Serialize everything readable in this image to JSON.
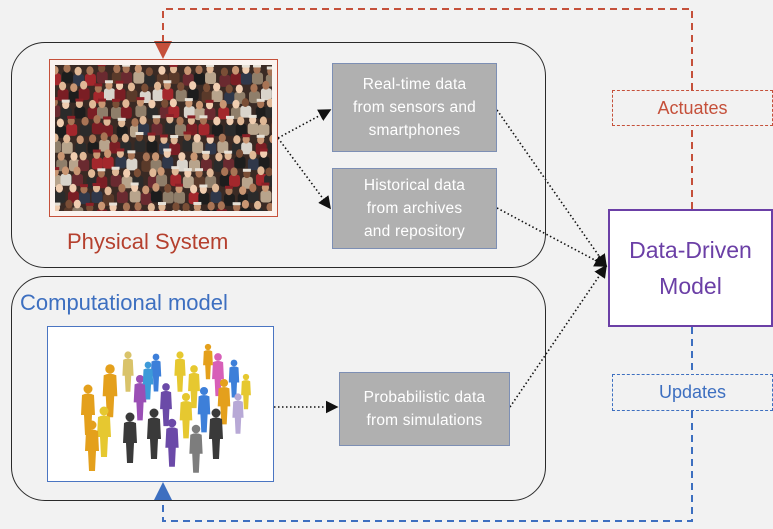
{
  "physical_system": {
    "title": "Physical System"
  },
  "computational_model": {
    "title": "Computational model"
  },
  "data_sources": {
    "realtime": [
      "Real-time data",
      "from sensors and",
      "smartphones"
    ],
    "historical": [
      "Historical data",
      "from archives",
      "and repository"
    ],
    "probabilistic": [
      "Probabilistic data",
      "from simulations"
    ]
  },
  "model": {
    "lines": [
      "Data-Driven",
      "Model"
    ]
  },
  "feedback": {
    "actuates": "Actuates",
    "updates": "Updates"
  },
  "colors": {
    "physical_accent": "#c5503a",
    "computational_accent": "#3d6fc0",
    "model_accent": "#6b3fa6",
    "data_box_fill": "#b0b0b0",
    "background": "#f2f2f2"
  },
  "icons": {
    "physical_image": "crowd-photo",
    "computational_image": "people-silhouettes"
  }
}
